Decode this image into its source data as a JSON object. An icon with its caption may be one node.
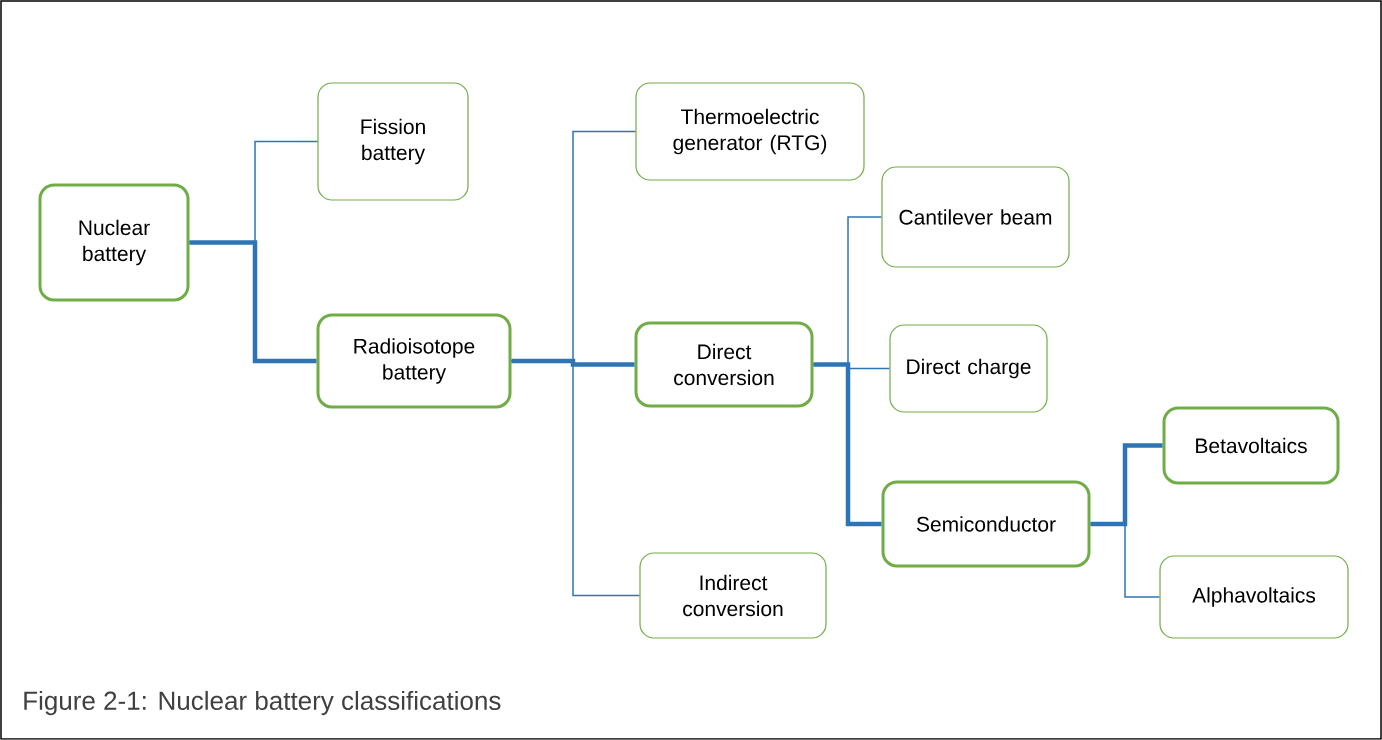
{
  "diagram": {
    "caption": "Figure 2-1: Nuclear battery classifications",
    "nodes": [
      {
        "text": [
          "Nuclear battery"
        ]
      },
      {
        "text": [
          "Fission battery"
        ]
      },
      {
        "text": [
          "Radioisotope battery"
        ]
      },
      {
        "text": [
          "Thermoelectric generator (RTG)"
        ]
      },
      {
        "text": [
          "Direct conversion"
        ]
      },
      {
        "text": [
          "Indirect conversion"
        ]
      },
      {
        "text": [
          "Cantilever beam"
        ]
      },
      {
        "text": [
          "Direct charge"
        ]
      },
      {
        "text": [
          "Semiconductor"
        ]
      },
      {
        "text": [
          "Betavoltaics"
        ]
      },
      {
        "text": [
          "Alphavoltaics"
        ]
      }
    ],
    "edges": [
      {
        "from": 0,
        "to": 1,
        "arrow": "none"
      },
      {
        "from": 0,
        "to": 2,
        "arrow": "none",
        "style": "thick"
      },
      {
        "from": 2,
        "to": 3,
        "arrow": "none"
      },
      {
        "from": 2,
        "to": 4,
        "arrow": "none",
        "style": "thick"
      },
      {
        "from": 2,
        "to": 5,
        "arrow": "none"
      },
      {
        "from": 4,
        "to": 6,
        "arrow": "none"
      },
      {
        "from": 4,
        "to": 7,
        "arrow": "none"
      },
      {
        "from": 4,
        "to": 8,
        "arrow": "none",
        "style": "thick"
      },
      {
        "from": 8,
        "to": 9,
        "arrow": "none",
        "style": "thick"
      },
      {
        "from": 8,
        "to": 10,
        "arrow": "none"
      }
    ]
  }
}
